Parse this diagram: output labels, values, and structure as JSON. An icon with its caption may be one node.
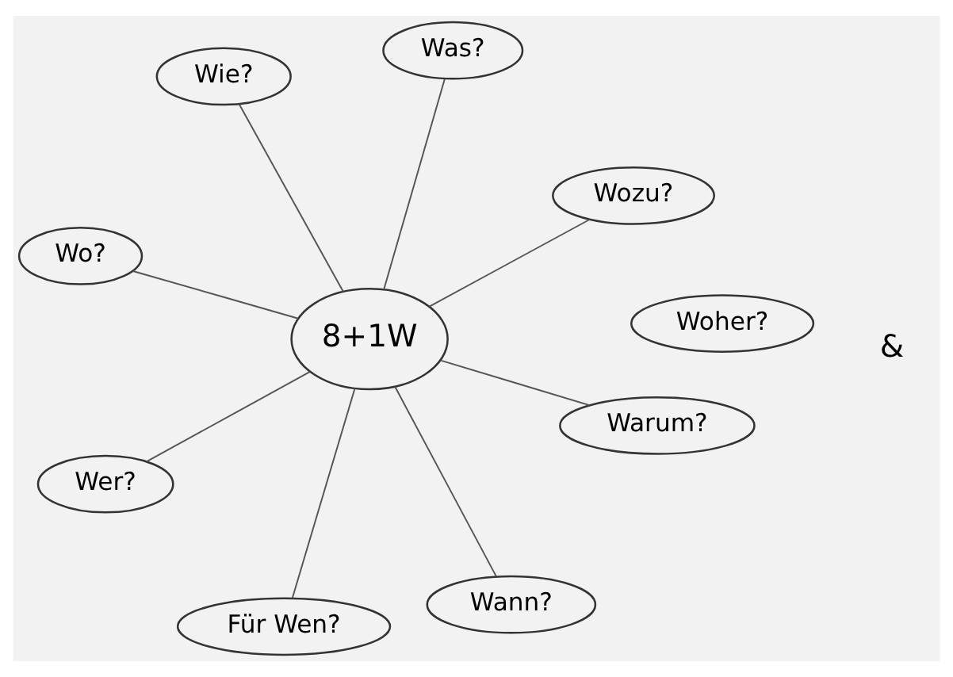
{
  "diagram": {
    "nodes": [
      {
        "text": [
          "Wo?"
        ]
      },
      {
        "text": [
          "Wozu?"
        ]
      },
      {
        "text": [
          "Wann?"
        ]
      },
      {
        "text": [
          "Was?"
        ]
      },
      {
        "text": [
          "8+1W"
        ]
      },
      {
        "text": [
          "Wie?"
        ]
      },
      {
        "text": [
          "Wer?"
        ]
      },
      {
        "text": [
          "Warum?"
        ]
      },
      {
        "text": [
          "Für Wen?"
        ]
      },
      {
        "text": [
          "Woher?"
        ]
      }
    ],
    "edges": [
      {
        "from": 4,
        "to": 0,
        "arrow": "none"
      },
      {
        "from": 4,
        "to": 1,
        "arrow": "none"
      },
      {
        "from": 4,
        "to": 2,
        "arrow": "none"
      },
      {
        "from": 4,
        "to": 3,
        "arrow": "none"
      },
      {
        "from": 4,
        "to": 5,
        "arrow": "none"
      },
      {
        "from": 4,
        "to": 6,
        "arrow": "none"
      },
      {
        "from": 4,
        "to": 7,
        "arrow": "none"
      },
      {
        "from": 4,
        "to": 8,
        "arrow": "none"
      }
    ],
    "labels": [
      "&"
    ]
  }
}
